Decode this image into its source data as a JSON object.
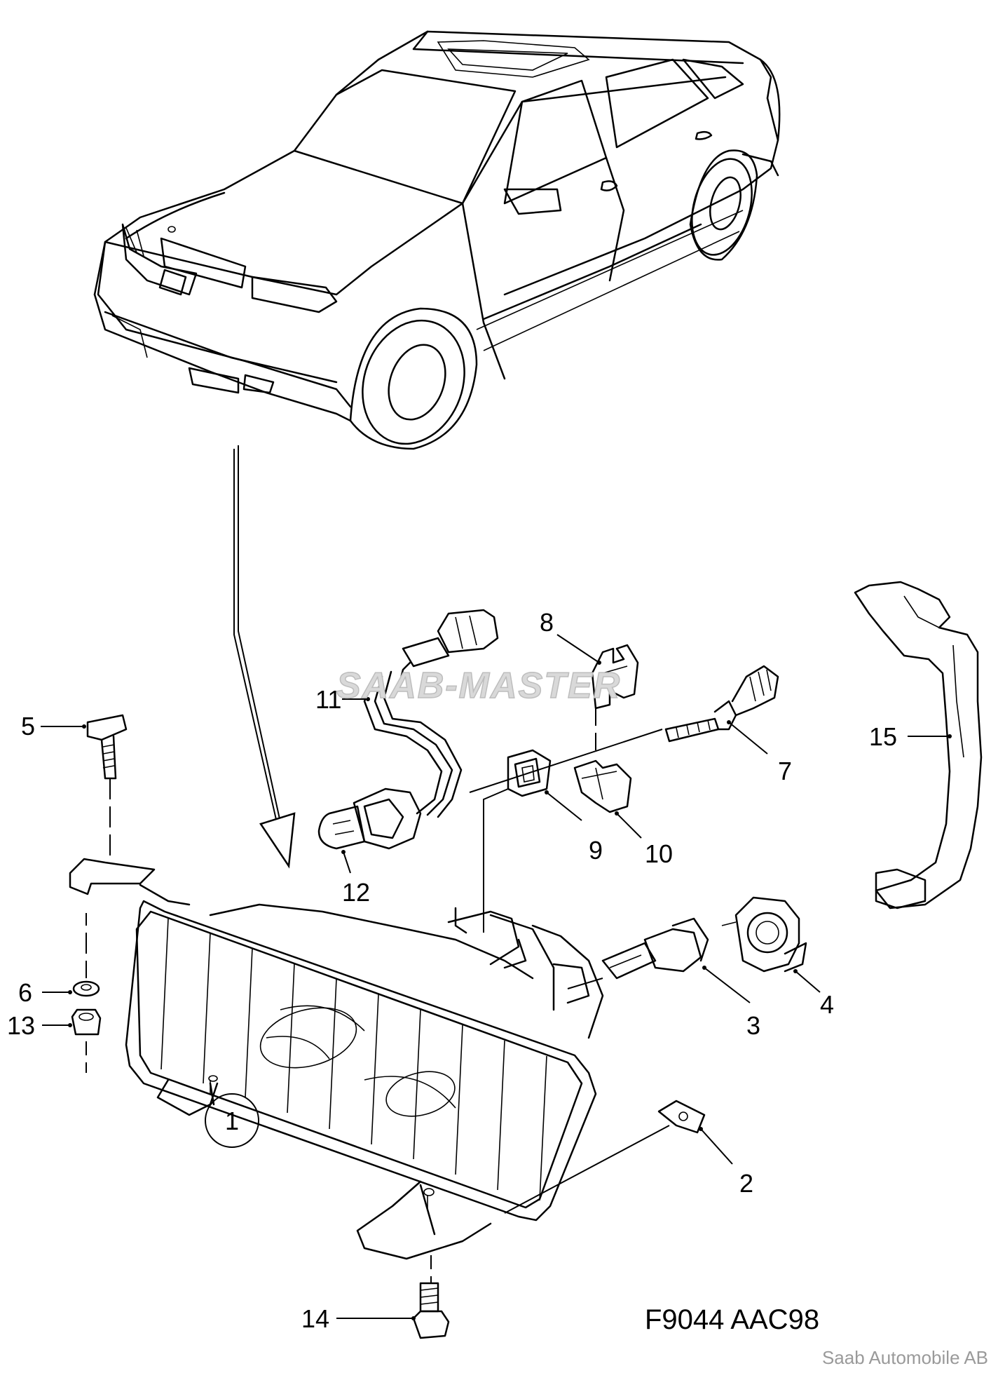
{
  "callouts": {
    "c1": "1",
    "c2": "2",
    "c3": "3",
    "c4": "4",
    "c5": "5",
    "c6": "6",
    "c7": "7",
    "c8": "8",
    "c9": "9",
    "c10": "10",
    "c11": "11",
    "c12": "12",
    "c13": "13",
    "c14": "14",
    "c15": "15"
  },
  "figure_code": "F9044 AAC98",
  "copyright": "Saab Automobile AB",
  "watermark": "SAAB-MASTER"
}
